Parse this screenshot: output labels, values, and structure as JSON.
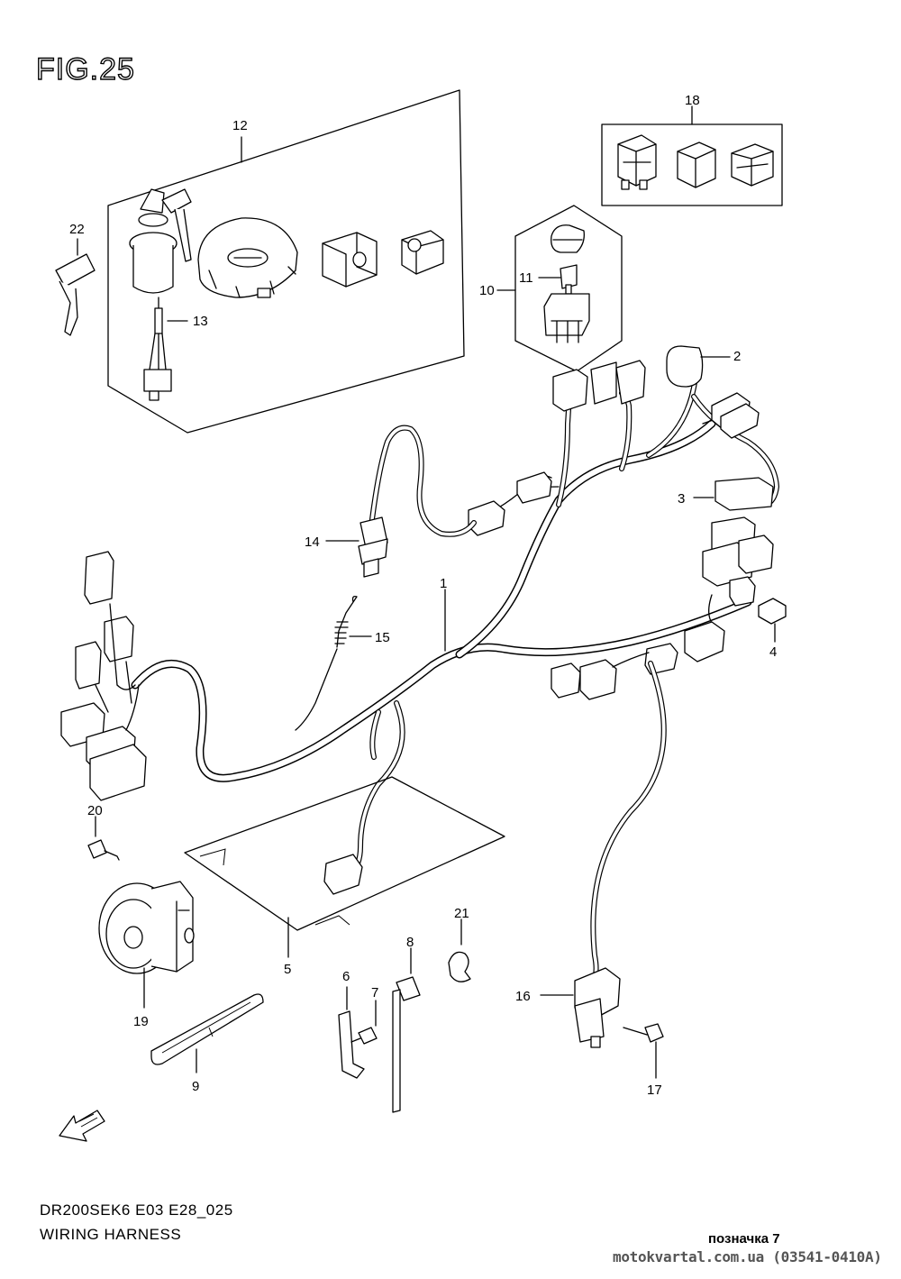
{
  "figure_title": "FIG.25",
  "diagram_code": "DR200SEK6 E03 E28_025",
  "diagram_name": "WIRING HARNESS",
  "mark_label": "позначка 7",
  "site_credit": "motokvartal.com.ua (03541-0410A)",
  "callouts": {
    "p1": "1",
    "p2": "2",
    "p3": "3",
    "p4": "4",
    "p5": "5",
    "p6": "6",
    "p7": "7",
    "p8": "8",
    "p9": "9",
    "p10": "10",
    "p11": "11",
    "p12": "12",
    "p13": "13",
    "p14": "14",
    "p15": "15",
    "p16": "16",
    "p17": "17",
    "p18": "18",
    "p19": "19",
    "p20": "20",
    "p21": "21",
    "p22": "22"
  }
}
